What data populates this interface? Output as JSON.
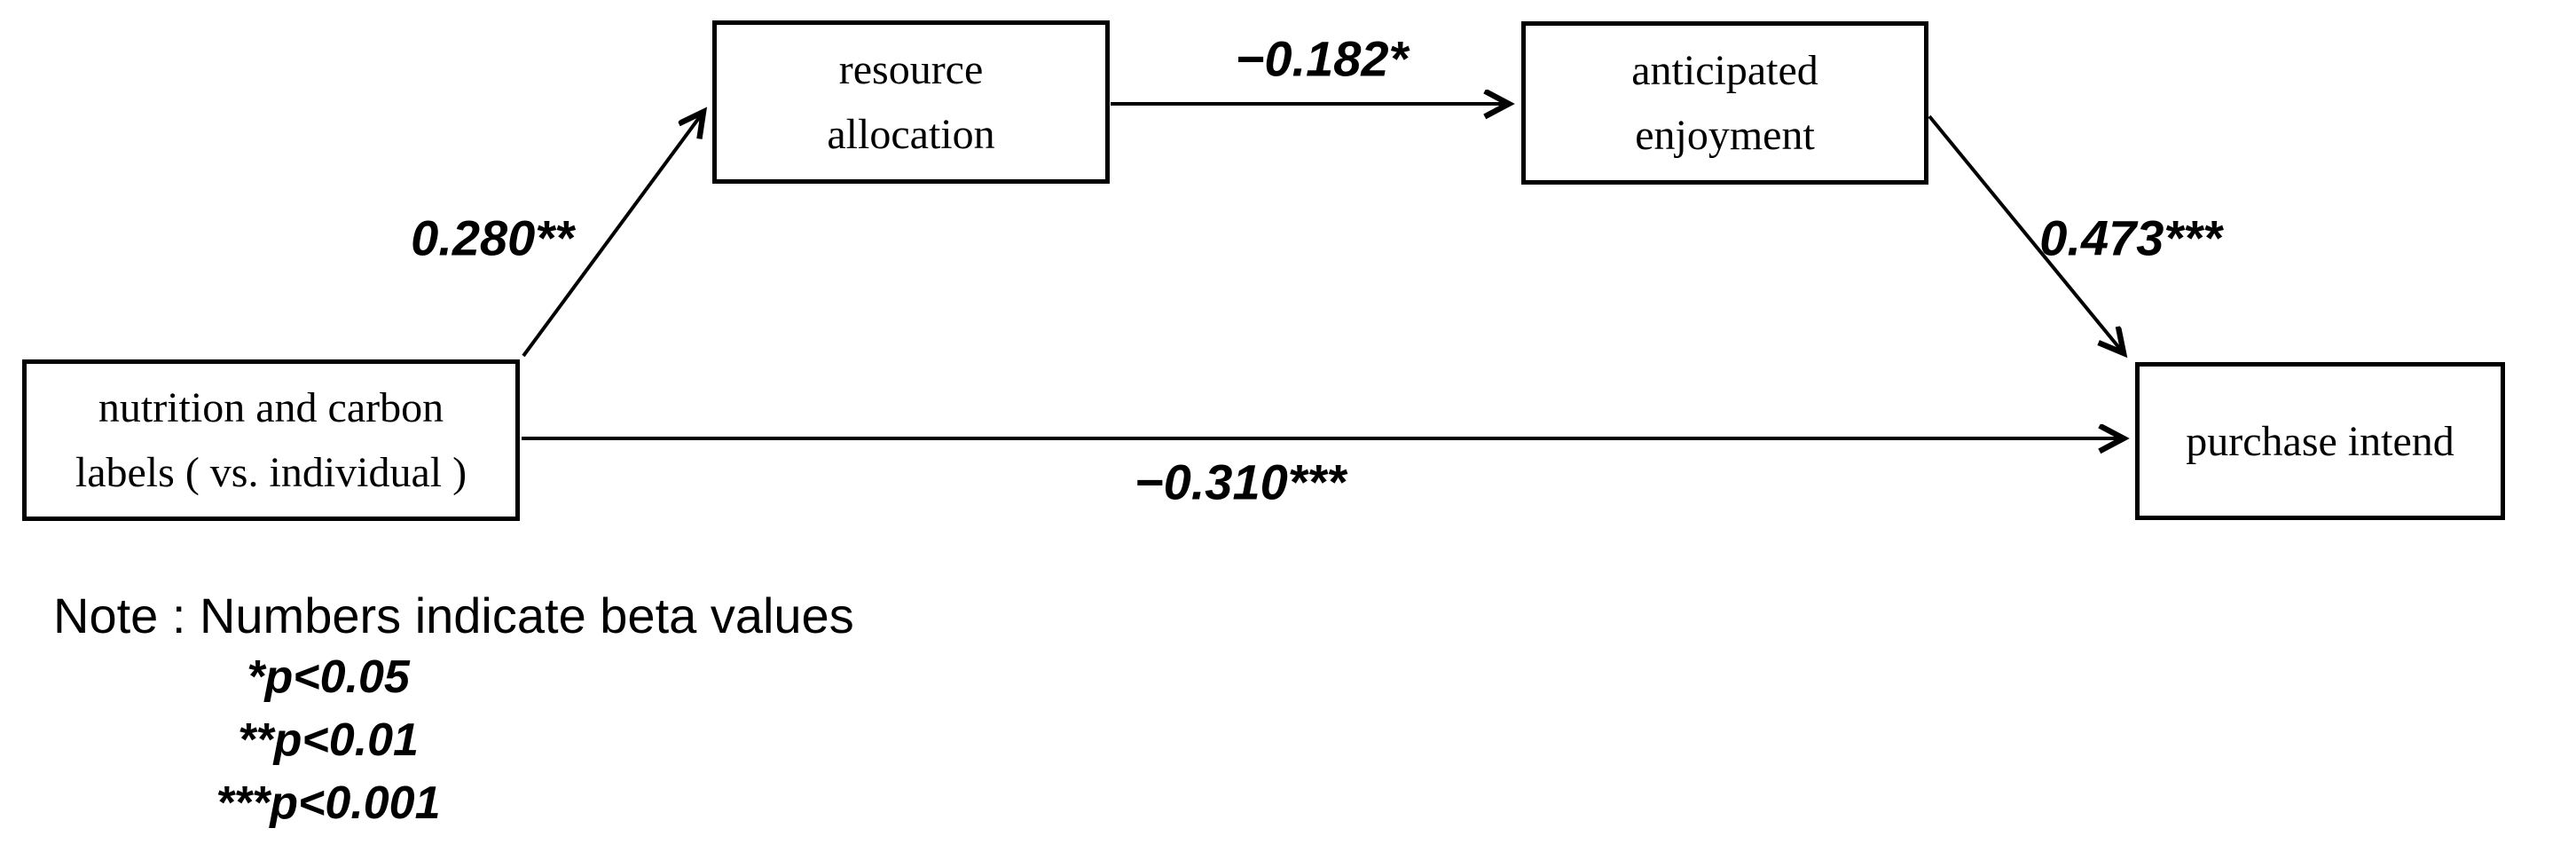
{
  "figure": {
    "type": "mediation-path-diagram",
    "colors": {
      "line": "#000000",
      "text": "#000000",
      "background": "#ffffff"
    },
    "nodes": {
      "predictor": {
        "line1": "nutrition and carbon",
        "line2": "labels ( vs. individual )"
      },
      "mediator1": {
        "line1": "resource",
        "line2": "allocation"
      },
      "mediator2": {
        "line1": "anticipated",
        "line2": "enjoyment"
      },
      "outcome": {
        "line1": "purchase intend"
      }
    },
    "edges": [
      {
        "from": "nutrition and carbon labels ( vs. individual )",
        "to": "resource allocation",
        "label": "0.280**"
      },
      {
        "from": "resource allocation",
        "to": "anticipated enjoyment",
        "label": "−0.182*"
      },
      {
        "from": "anticipated enjoyment",
        "to": "purchase intend",
        "label": "0.473***"
      },
      {
        "from": "nutrition and carbon labels ( vs. individual )",
        "to": "purchase intend",
        "label": "−0.310***"
      }
    ],
    "note": {
      "heading": "Note : Numbers indicate beta values",
      "sig_levels": [
        "*p<0.05",
        "**p<0.01",
        "***p<0.001"
      ]
    }
  }
}
